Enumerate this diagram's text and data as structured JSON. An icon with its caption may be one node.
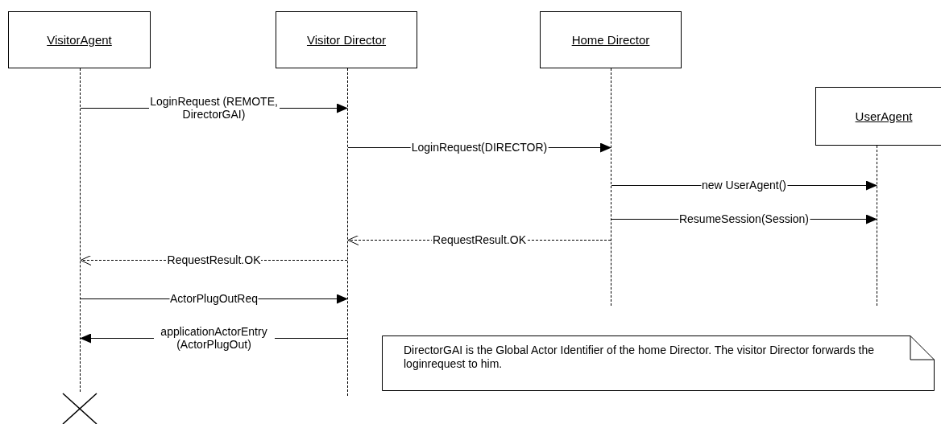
{
  "diagram": {
    "nodes": [
      {
        "text": [
          "VisitorAgent"
        ]
      },
      {
        "text": [
          "Visitor Director"
        ]
      },
      {
        "text": [
          "Home Director"
        ]
      },
      {
        "text": [
          "UserAgent"
        ]
      },
      {
        "text": [],
        "shape": "bar"
      },
      {
        "text": [],
        "shape": "bar"
      },
      {
        "text": [],
        "shape": "bar"
      },
      {
        "text": [],
        "shape": "bar"
      },
      {
        "text": [
          "DirectorGAI is the Global Actor Identifier of the home Director. The visitor Director forwards the loginrequest to him."
        ]
      }
    ],
    "edges": [
      {
        "from": 4,
        "to": 5,
        "label": "LoginRequest (REMOTE, DirectorGAI)",
        "arrow": "to"
      },
      {
        "from": 5,
        "to": 6,
        "label": "LoginRequest(DIRECTOR)",
        "arrow": "to"
      },
      {
        "from": 6,
        "to": 7,
        "label": "new UserAgent()",
        "arrow": "to"
      },
      {
        "from": 6,
        "to": 7,
        "label": "ResumeSession(Session)",
        "arrow": "to"
      },
      {
        "from": 6,
        "to": 5,
        "label": "RequestResult.OK",
        "arrow": "to",
        "style": "dashed"
      },
      {
        "from": 5,
        "to": 4,
        "label": "RequestResult.OK",
        "arrow": "to",
        "style": "dashed"
      },
      {
        "from": 4,
        "to": 5,
        "label": "ActorPlugOutReq",
        "arrow": "to"
      },
      {
        "from": 5,
        "to": 4,
        "label": "applicationActorEntry (ActorPlugOut)",
        "arrow": "to"
      }
    ]
  }
}
